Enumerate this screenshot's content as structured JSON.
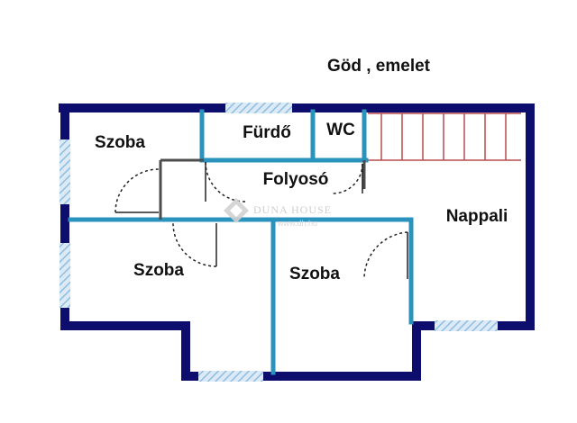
{
  "title": "Göd , emelet",
  "rooms": {
    "szoba_top_left": "Szoba",
    "furdo": "Fürdő",
    "wc": "WC",
    "folyoso": "Folyosó",
    "nappali": "Nappali",
    "szoba_bottom_left": "Szoba",
    "szoba_bottom_mid": "Szoba"
  },
  "watermark": {
    "brand": "DUNA HOUSE",
    "site": "www.dh.hu"
  },
  "colors": {
    "outer_wall": "#0d0d6e",
    "inner_wall": "#2a93bd",
    "window": "#9ec9e6",
    "stairs": "#b94b4b",
    "door": "#222222",
    "partition": "#4d4d4d"
  },
  "icons": {
    "watermark_logo": "diamond-logo-icon",
    "door_swing": "door-swing-icon",
    "window": "window-icon",
    "staircase": "staircase-icon"
  }
}
